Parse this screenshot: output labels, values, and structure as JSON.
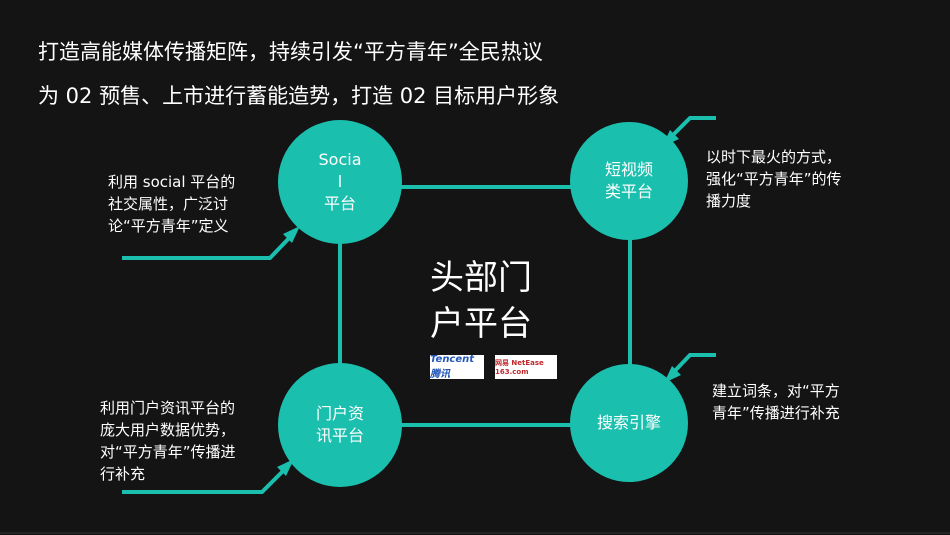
{
  "heading": {
    "line1": "打造高能媒体传播矩阵，持续引发“平方青年”全民热议",
    "line2": "为 02 预售、上市进行蓄能造势，打造 02 目标用户形象"
  },
  "center": {
    "line1": "头部门",
    "line2": "户平台",
    "logos": [
      "Tencent 腾讯",
      "网易 NetEase 163.com"
    ]
  },
  "nodes": {
    "social": [
      "Socia",
      "l",
      "平台"
    ],
    "video": [
      "短视频",
      "类平台"
    ],
    "portal": [
      "门户资",
      "讯平台"
    ],
    "search": [
      "搜索引擎"
    ]
  },
  "notes": {
    "social": [
      "利用 social 平台的",
      "社交属性，广泛讨",
      "论“平方青年”定义"
    ],
    "video": [
      "以时下最火的方式，",
      "强化“平方青年”的传",
      "播力度"
    ],
    "portal": [
      "利用门户资讯平台的",
      "庞大用户数据优势，",
      "对“平方青年”传播进",
      "行补充"
    ],
    "search": [
      "建立词条，对“平方",
      "青年”传播进行补充"
    ]
  },
  "colors": {
    "accent": "#1bbfae",
    "background": "#141414"
  }
}
